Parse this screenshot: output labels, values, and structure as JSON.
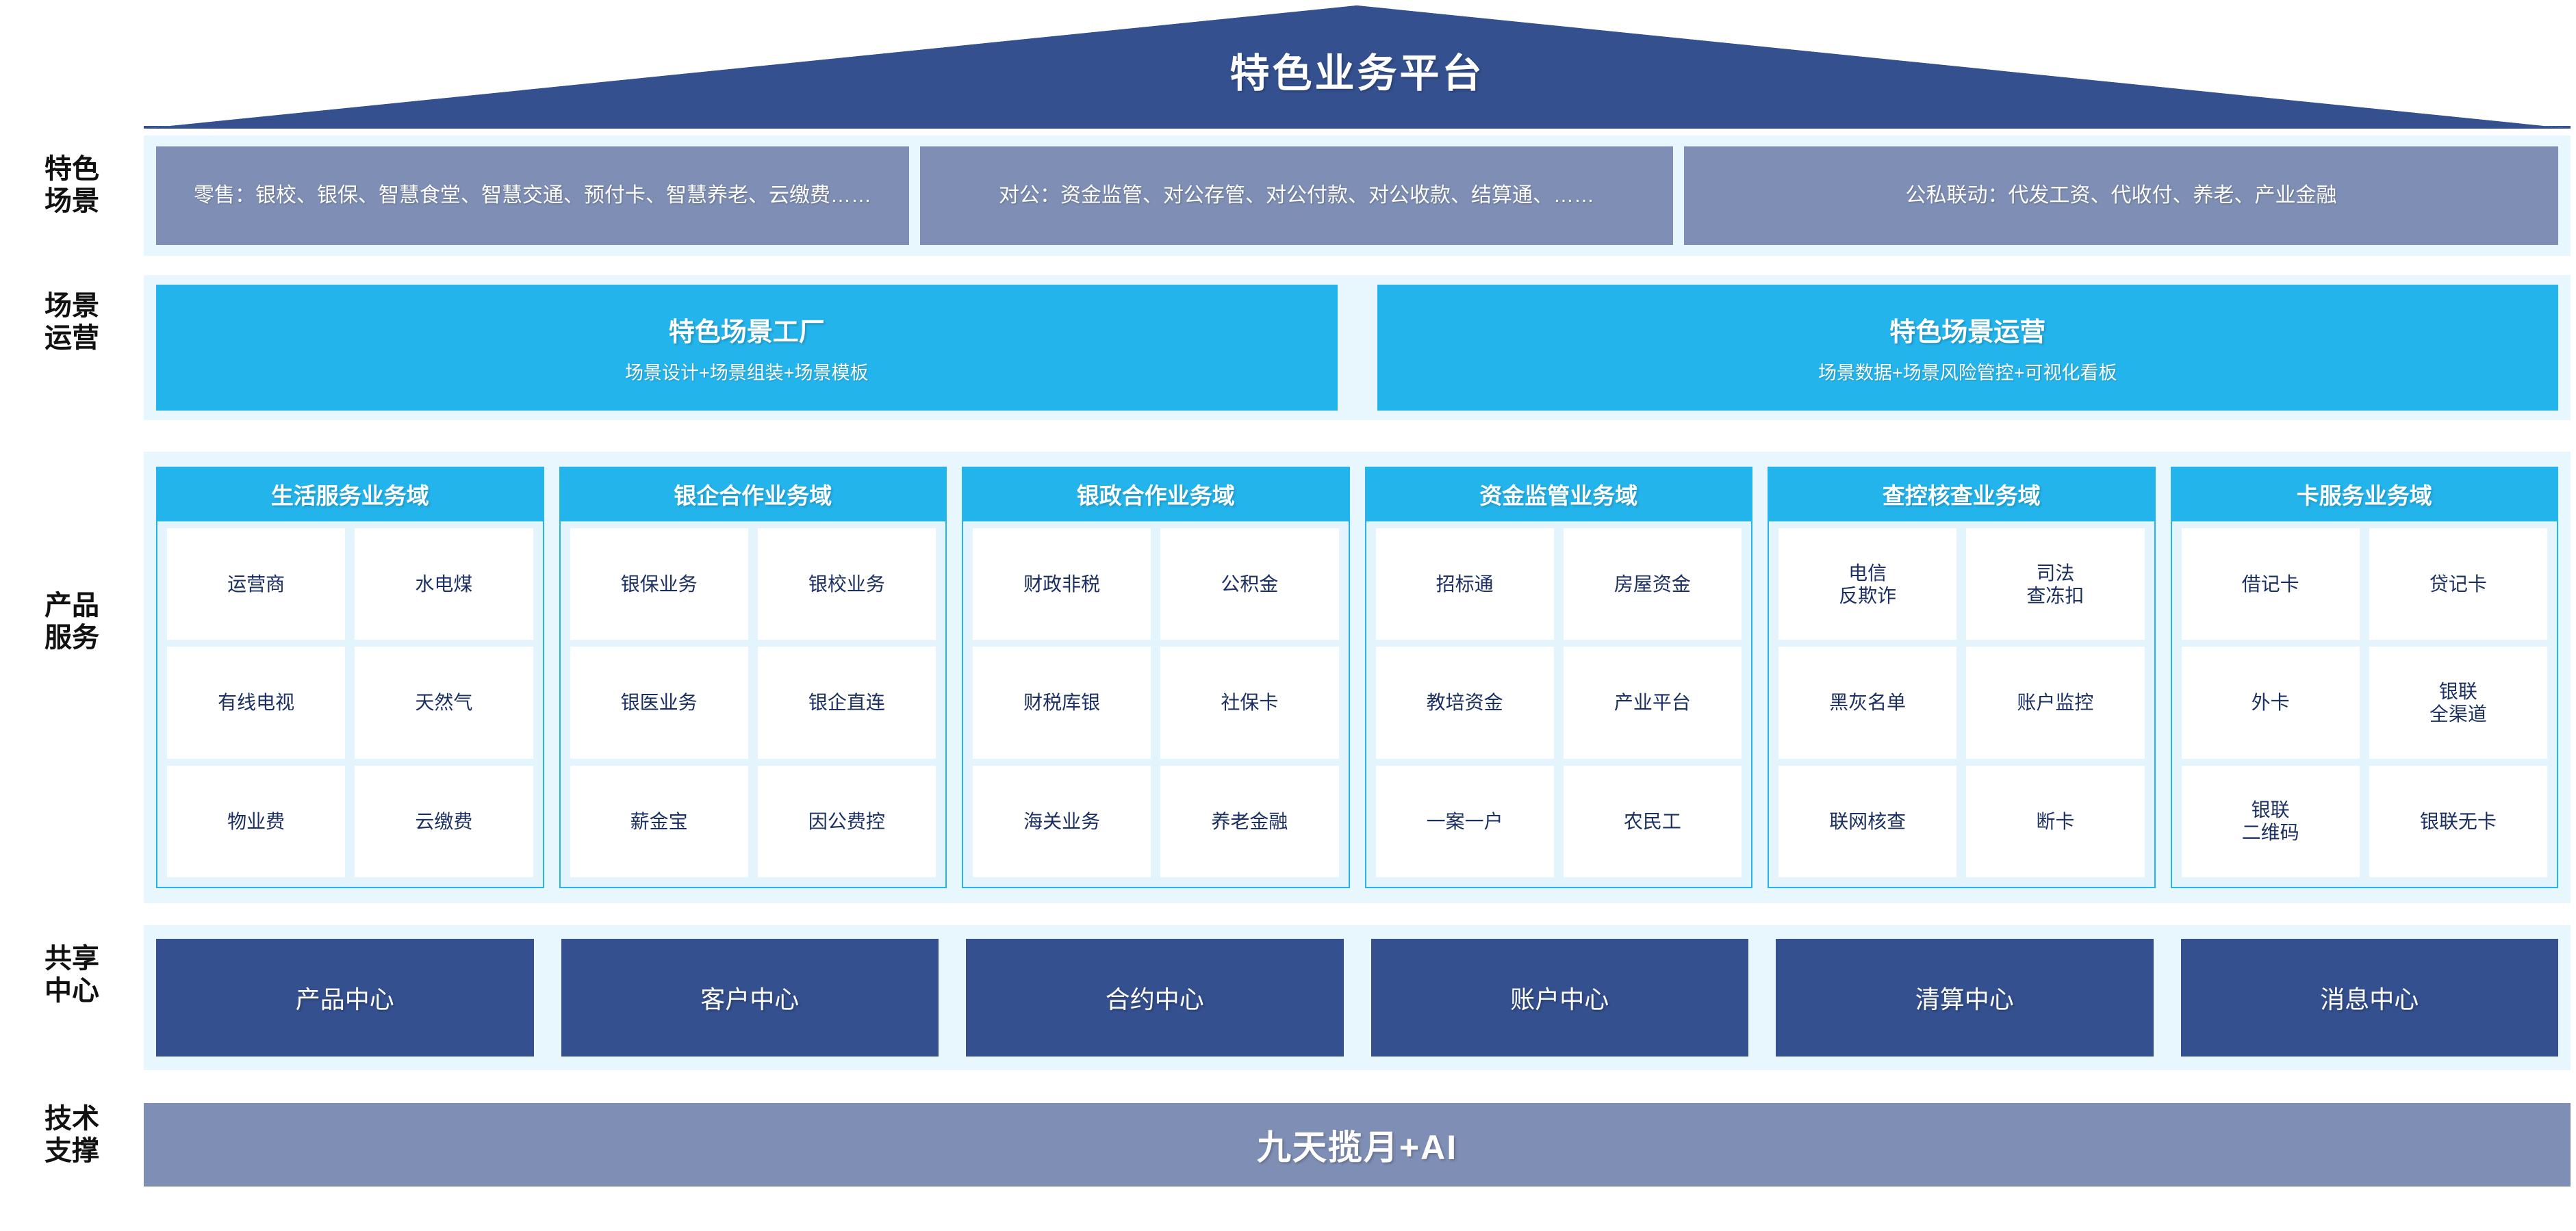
{
  "header": {
    "title": "特色业务平台"
  },
  "rails": [
    {
      "name": "scenario",
      "lines": [
        "特色",
        "场景"
      ]
    },
    {
      "name": "operation",
      "lines": [
        "场景",
        "运营"
      ]
    },
    {
      "name": "product",
      "lines": [
        "产品",
        "服务"
      ]
    },
    {
      "name": "shared",
      "lines": [
        "共享",
        "中心"
      ]
    },
    {
      "name": "tech",
      "lines": [
        "技术",
        "支撑"
      ]
    }
  ],
  "scenarios": [
    {
      "label": "零售：银校、银保、智慧食堂、智慧交通、预付卡、智慧养老、云缴费……"
    },
    {
      "label": "对公：资金监管、对公存管、对公付款、对公收款、结算通、……"
    },
    {
      "label": "公私联动：代发工资、代收付、养老、产业金融"
    }
  ],
  "operations": [
    {
      "title": "特色场景工厂",
      "subtitle": "场景设计+场景组装+场景模板"
    },
    {
      "title": "特色场景运营",
      "subtitle": "场景数据+场景风险管控+可视化看板"
    }
  ],
  "domains": [
    {
      "title": "生活服务业务域",
      "rows": [
        [
          "运营商",
          "水电煤"
        ],
        [
          "有线电视",
          "天然气"
        ],
        [
          "物业费",
          "云缴费"
        ]
      ]
    },
    {
      "title": "银企合作业务域",
      "rows": [
        [
          "银保业务",
          "银校业务"
        ],
        [
          "银医业务",
          "银企直连"
        ],
        [
          "薪金宝",
          "因公费控"
        ]
      ]
    },
    {
      "title": "银政合作业务域",
      "rows": [
        [
          "财政非税",
          "公积金"
        ],
        [
          "财税库银",
          "社保卡"
        ],
        [
          "海关业务",
          "养老金融"
        ]
      ]
    },
    {
      "title": "资金监管业务域",
      "rows": [
        [
          "招标通",
          "房屋资金"
        ],
        [
          "教培资金",
          "产业平台"
        ],
        [
          "一案一户",
          "农民工"
        ]
      ]
    },
    {
      "title": "查控核查业务域",
      "rows": [
        [
          "电信\n反欺诈",
          "司法\n查冻扣"
        ],
        [
          "黑灰名单",
          "账户监控"
        ],
        [
          "联网核查",
          "断卡"
        ]
      ]
    },
    {
      "title": "卡服务业务域",
      "rows": [
        [
          "借记卡",
          "贷记卡"
        ],
        [
          "外卡",
          "银联\n全渠道"
        ],
        [
          "银联\n二维码",
          "银联无卡"
        ]
      ]
    }
  ],
  "centers": [
    {
      "label": "产品中心"
    },
    {
      "label": "客户中心"
    },
    {
      "label": "合约中心"
    },
    {
      "label": "账户中心"
    },
    {
      "label": "清算中心"
    },
    {
      "label": "消息中心"
    }
  ],
  "tech": {
    "label": "九天揽月+AI"
  },
  "colors": {
    "roof": "#34508f",
    "band": "#e8f6fd",
    "scenario_box": "#7f8eb4",
    "cyan": "#24b4ec",
    "center_box": "#34508f",
    "tech_bar": "#7f8eb4",
    "chip_text": "#1b2f63"
  }
}
